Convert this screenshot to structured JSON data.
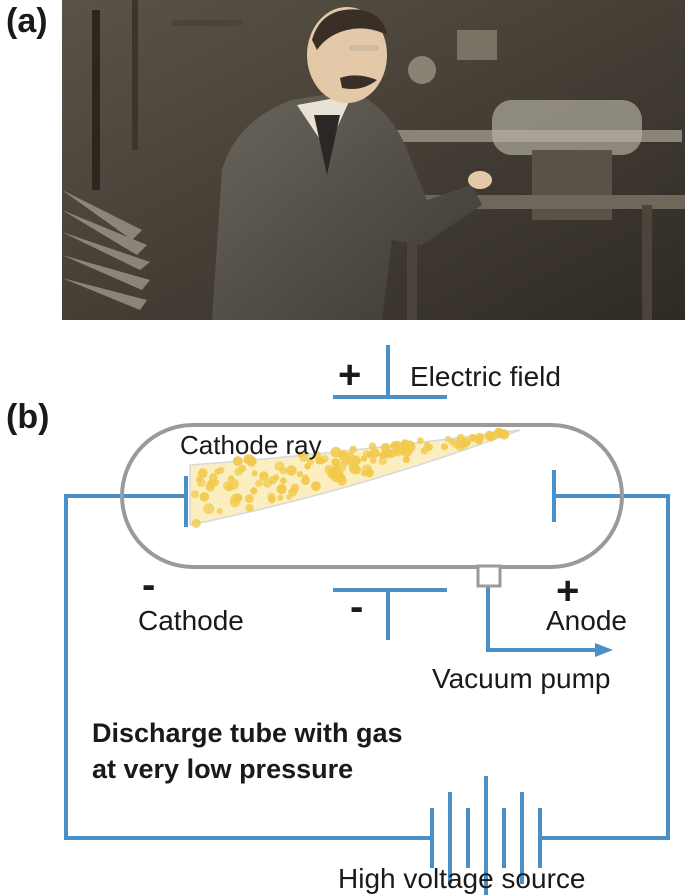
{
  "panels": {
    "a": "(a)",
    "b": "(b)"
  },
  "labels": {
    "electric_field": "Electric field",
    "plus_top": "+",
    "cathode_ray": "Cathode ray",
    "cathode_sign": "-",
    "cathode": "Cathode",
    "minus_plate": "-",
    "anode_sign": "+",
    "anode": "Anode",
    "vacuum_pump": "Vacuum pump",
    "tube_line1": "Discharge tube with gas",
    "tube_line2": "at very low pressure",
    "voltage_source": "High voltage source"
  },
  "colors": {
    "wire": "#4a90c8",
    "tube": "#9a9a9a",
    "ray": "#f2c94c"
  }
}
